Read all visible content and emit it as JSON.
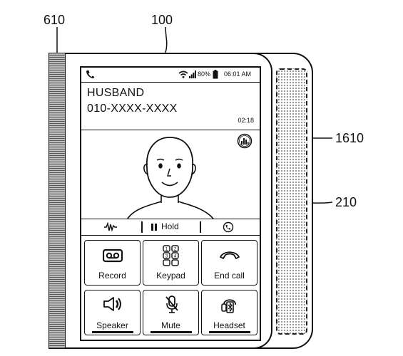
{
  "refs": {
    "edge_left": "610",
    "device": "100",
    "edge_right": "1610",
    "screen": "210"
  },
  "status_bar": {
    "battery": "80%",
    "time": "06:01 AM"
  },
  "call": {
    "name": "HUSBAND",
    "number": "010-XXXX-XXXX",
    "timer": "02:18"
  },
  "mid_bar": {
    "hold_label": "Hold"
  },
  "buttons": [
    {
      "label": "Record",
      "icon": "record-icon"
    },
    {
      "label": "Keypad",
      "icon": "keypad-icon"
    },
    {
      "label": "End call",
      "icon": "end-call-icon"
    },
    {
      "label": "Speaker",
      "icon": "speaker-icon"
    },
    {
      "label": "Mute",
      "icon": "mute-icon"
    },
    {
      "label": "Headset",
      "icon": "headset-icon"
    }
  ]
}
